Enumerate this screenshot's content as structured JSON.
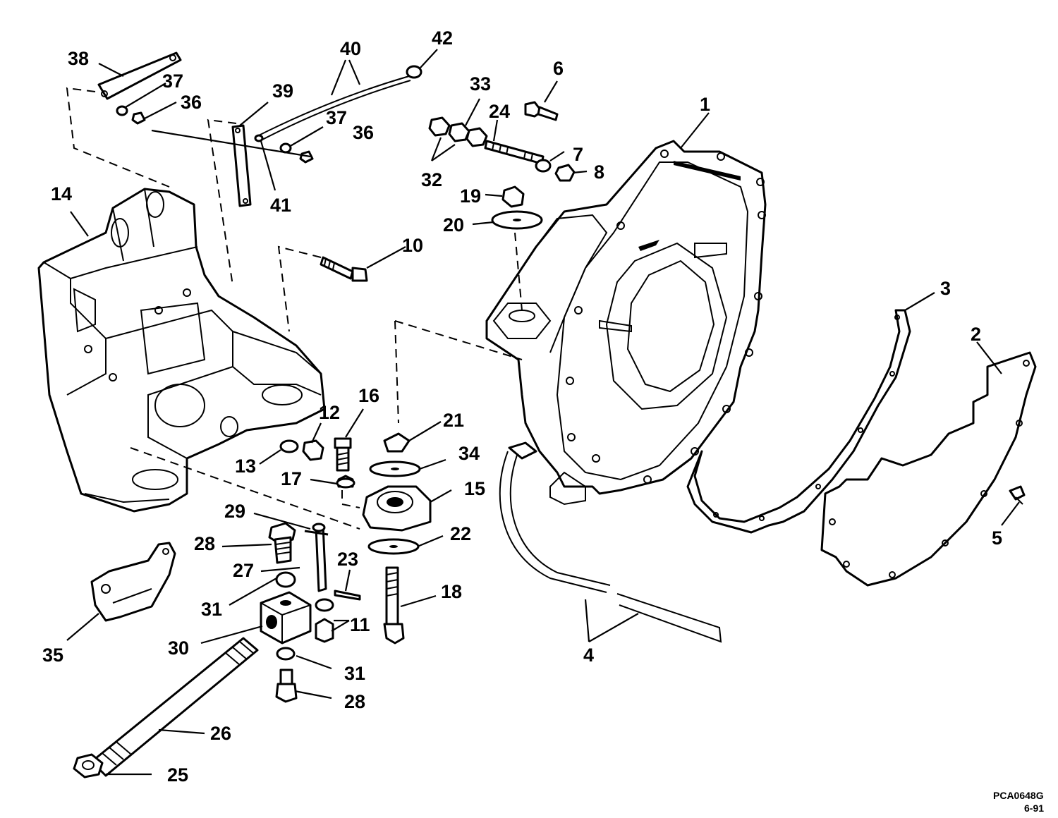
{
  "diagram": {
    "callouts": [
      {
        "id": "c1",
        "text": "1"
      },
      {
        "id": "c2",
        "text": "2"
      },
      {
        "id": "c3",
        "text": "3"
      },
      {
        "id": "c4",
        "text": "4"
      },
      {
        "id": "c5",
        "text": "5"
      },
      {
        "id": "c6",
        "text": "6"
      },
      {
        "id": "c7",
        "text": "7"
      },
      {
        "id": "c8",
        "text": "8"
      },
      {
        "id": "c10",
        "text": "10"
      },
      {
        "id": "c11",
        "text": "11"
      },
      {
        "id": "c12",
        "text": "12"
      },
      {
        "id": "c13",
        "text": "13"
      },
      {
        "id": "c14",
        "text": "14"
      },
      {
        "id": "c15",
        "text": "15"
      },
      {
        "id": "c16",
        "text": "16"
      },
      {
        "id": "c17",
        "text": "17"
      },
      {
        "id": "c18",
        "text": "18"
      },
      {
        "id": "c19",
        "text": "19"
      },
      {
        "id": "c20",
        "text": "20"
      },
      {
        "id": "c21",
        "text": "21"
      },
      {
        "id": "c22",
        "text": "22"
      },
      {
        "id": "c23",
        "text": "23"
      },
      {
        "id": "c24",
        "text": "24"
      },
      {
        "id": "c25",
        "text": "25"
      },
      {
        "id": "c26",
        "text": "26"
      },
      {
        "id": "c27",
        "text": "27"
      },
      {
        "id": "c28a",
        "text": "28"
      },
      {
        "id": "c28b",
        "text": "28"
      },
      {
        "id": "c29",
        "text": "29"
      },
      {
        "id": "c30",
        "text": "30"
      },
      {
        "id": "c31a",
        "text": "31"
      },
      {
        "id": "c31b",
        "text": "31"
      },
      {
        "id": "c32",
        "text": "32"
      },
      {
        "id": "c33",
        "text": "33"
      },
      {
        "id": "c34",
        "text": "34"
      },
      {
        "id": "c35",
        "text": "35"
      },
      {
        "id": "c36a",
        "text": "36"
      },
      {
        "id": "c36b",
        "text": "36"
      },
      {
        "id": "c37a",
        "text": "37"
      },
      {
        "id": "c37b",
        "text": "37"
      },
      {
        "id": "c38",
        "text": "38"
      },
      {
        "id": "c39",
        "text": "39"
      },
      {
        "id": "c40",
        "text": "40"
      },
      {
        "id": "c41",
        "text": "41"
      },
      {
        "id": "c42",
        "text": "42"
      }
    ],
    "drawing_code": "PCA0648G",
    "drawing_date": "6-91"
  }
}
